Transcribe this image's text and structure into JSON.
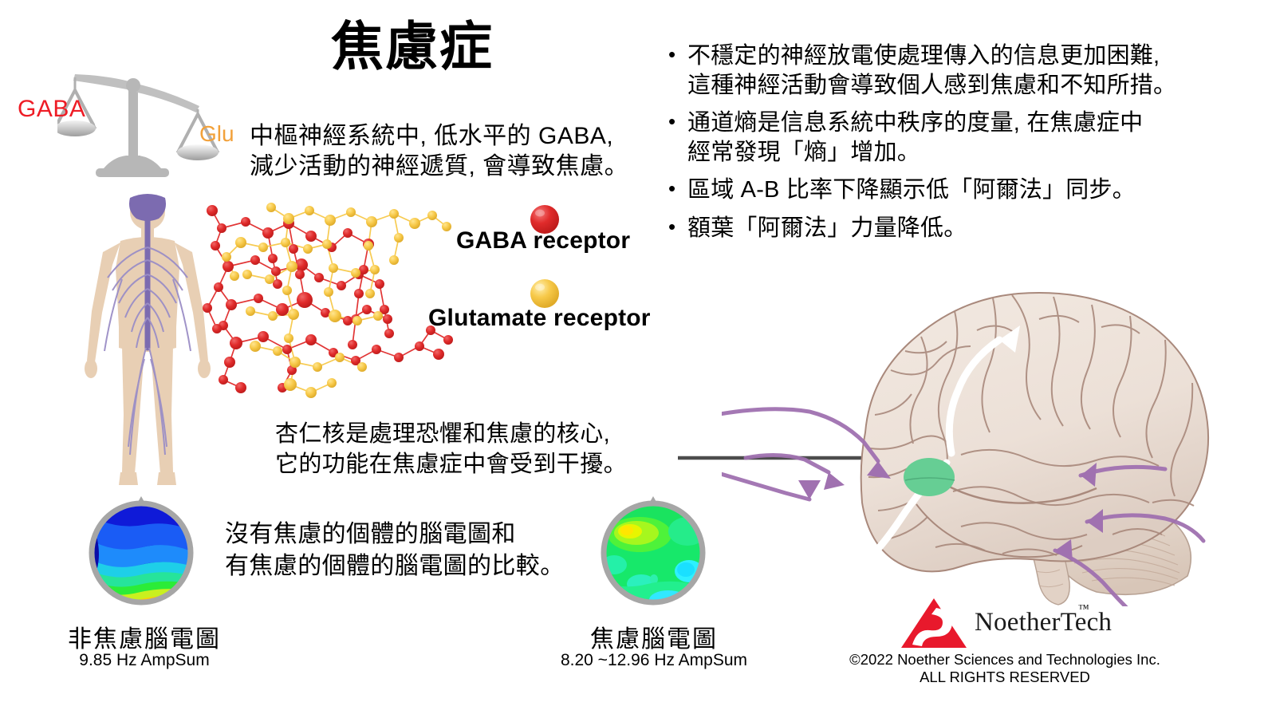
{
  "title": "焦慮症",
  "balance": {
    "left_label": "GABA",
    "right_label": "Glu",
    "left_color": "#ee1c25",
    "right_color": "#f2a13a"
  },
  "cns_text": "中樞神經系統中, 低水平的 GABA,\n減少活動的神經遞質, 會導致焦慮。",
  "bullets": [
    {
      "marker": "•",
      "text": "不穩定的神經放電使處理傳入的信息更加困難,\n這種神經活動會導致個人感到焦慮和不知所措。"
    },
    {
      "marker": "•",
      "text": "通道熵是信息系統中秩序的度量, 在焦慮症中\n經常發現「熵」增加。"
    },
    {
      "marker": "•",
      "text": "區域 A-B 比率下降顯示低「阿爾法」同步。"
    },
    {
      "marker": "•",
      "text": "額葉「阿爾法」力量降低。"
    }
  ],
  "legend": {
    "gaba_receptor": "GABA receptor",
    "glutamate_receptor": "Glutamate receptor",
    "gaba_color": "#e02b2b",
    "glutamate_color": "#f6c council"
  },
  "legend_colors": {
    "gaba": "#e02b2b",
    "glutamate": "#f7c949"
  },
  "amygdala_note": "杏仁核是處理恐懼和焦慮的核心,\n它的功能在焦慮症中會受到干擾。",
  "eeg_note": "沒有焦慮的個體的腦電圖和\n有焦慮的個體的腦電圖的比較。",
  "eeg": [
    {
      "title": "非焦慮腦電圖",
      "subtitle": "9.85 Hz AmpSum"
    },
    {
      "title": "焦慮腦電圖",
      "subtitle": "8.20 ~12.96 Hz AmpSum"
    }
  ],
  "brand": {
    "name": "NoetherTech",
    "tm": "™",
    "mark_color": "#e8192c",
    "copyright": "©2022 Noether Sciences and Technologies Inc.\nALL RIGHTS RESERVED"
  }
}
